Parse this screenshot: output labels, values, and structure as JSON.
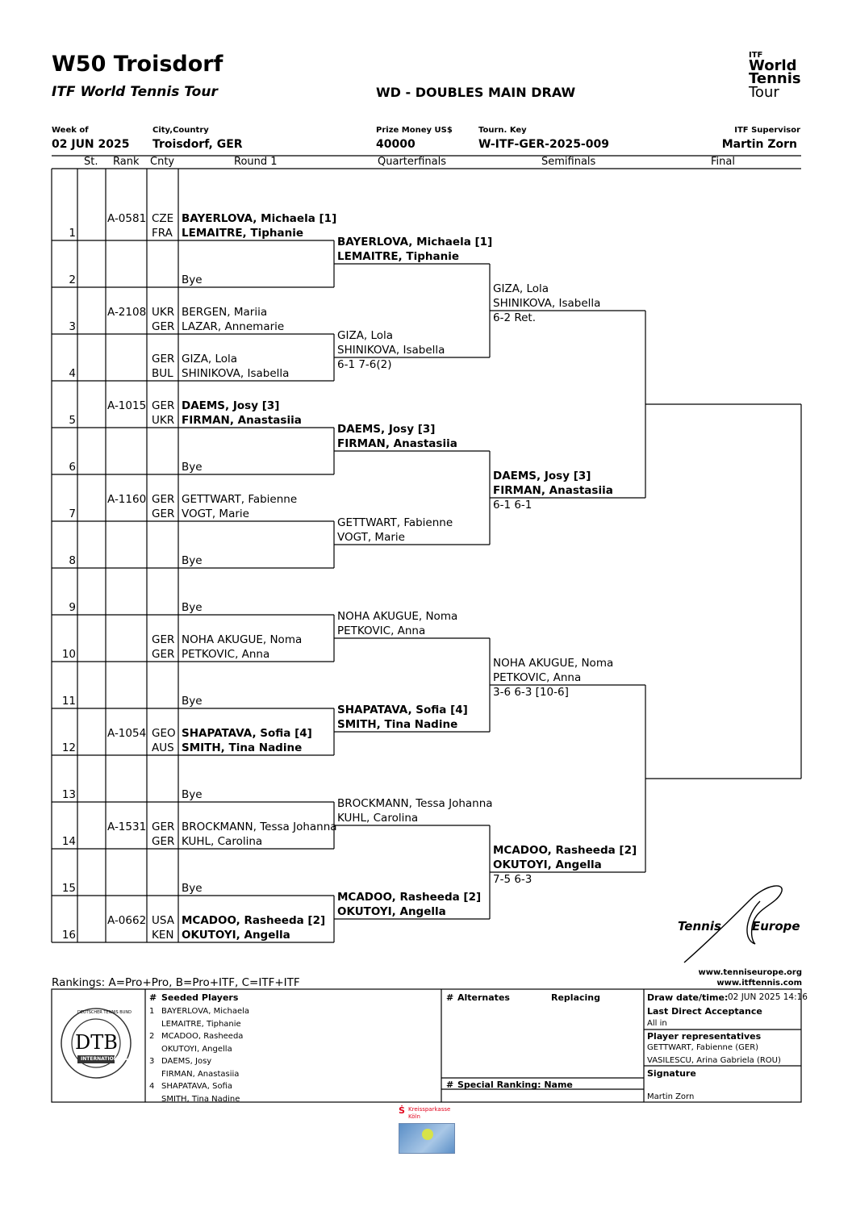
{
  "header": {
    "title": "W50 Troisdorf",
    "subtitle": "ITF World Tennis Tour",
    "draw_type": "WD - DOUBLES MAIN DRAW",
    "logo_lines": [
      "ITF",
      "World",
      "Tennis",
      "Tour"
    ]
  },
  "info": {
    "week_label": "Week of",
    "week_value": "02 JUN 2025",
    "city_label": "City,Country",
    "city_value": "Troisdorf, GER",
    "prize_label": "Prize Money US$",
    "prize_value": "40000",
    "key_label": "Tourn. Key",
    "key_value": "W-ITF-GER-2025-009",
    "supervisor_label": "ITF Supervisor",
    "supervisor_value": "Martin Zorn"
  },
  "columns": {
    "st": "St.",
    "rank": "Rank",
    "cnty": "Cnty",
    "r1": "Round 1",
    "qf": "Quarterfinals",
    "sf": "Semifinals",
    "final": "Final"
  },
  "round1": [
    {
      "n": "1",
      "rank": "A-0581",
      "c1": "CZE",
      "c2": "FRA",
      "p1": "BAYERLOVA, Michaela [1]",
      "p2": "LEMAITRE, Tiphanie",
      "bold": true
    },
    {
      "n": "2",
      "rank": "",
      "c1": "",
      "c2": "",
      "p1": "",
      "p2": "Bye",
      "bold": false
    },
    {
      "n": "3",
      "rank": "A-2108",
      "c1": "UKR",
      "c2": "GER",
      "p1": "BERGEN, Mariia",
      "p2": "LAZAR, Annemarie",
      "bold": false
    },
    {
      "n": "4",
      "rank": "",
      "c1": "GER",
      "c2": "BUL",
      "p1": "GIZA, Lola",
      "p2": "SHINIKOVA, Isabella",
      "bold": false
    },
    {
      "n": "5",
      "rank": "A-1015",
      "c1": "GER",
      "c2": "UKR",
      "p1": "DAEMS, Josy [3]",
      "p2": "FIRMAN, Anastasiia",
      "bold": true
    },
    {
      "n": "6",
      "rank": "",
      "c1": "",
      "c2": "",
      "p1": "",
      "p2": "Bye",
      "bold": false
    },
    {
      "n": "7",
      "rank": "A-1160",
      "c1": "GER",
      "c2": "GER",
      "p1": "GETTWART, Fabienne",
      "p2": "VOGT, Marie",
      "bold": false
    },
    {
      "n": "8",
      "rank": "",
      "c1": "",
      "c2": "",
      "p1": "",
      "p2": "Bye",
      "bold": false
    },
    {
      "n": "9",
      "rank": "",
      "c1": "",
      "c2": "",
      "p1": "",
      "p2": "Bye",
      "bold": false
    },
    {
      "n": "10",
      "rank": "",
      "c1": "GER",
      "c2": "GER",
      "p1": "NOHA AKUGUE, Noma",
      "p2": "PETKOVIC, Anna",
      "bold": false
    },
    {
      "n": "11",
      "rank": "",
      "c1": "",
      "c2": "",
      "p1": "",
      "p2": "Bye",
      "bold": false
    },
    {
      "n": "12",
      "rank": "A-1054",
      "c1": "GEO",
      "c2": "AUS",
      "p1": "SHAPATAVA, Sofia [4]",
      "p2": "SMITH, Tina Nadine",
      "bold": true
    },
    {
      "n": "13",
      "rank": "",
      "c1": "",
      "c2": "",
      "p1": "",
      "p2": "Bye",
      "bold": false
    },
    {
      "n": "14",
      "rank": "A-1531",
      "c1": "GER",
      "c2": "GER",
      "p1": "BROCKMANN, Tessa Johanna",
      "p2": "KUHL, Carolina",
      "bold": false
    },
    {
      "n": "15",
      "rank": "",
      "c1": "",
      "c2": "",
      "p1": "",
      "p2": "Bye",
      "bold": false
    },
    {
      "n": "16",
      "rank": "A-0662",
      "c1": "USA",
      "c2": "KEN",
      "p1": "MCADOO, Rasheeda [2]",
      "p2": "OKUTOYI, Angella",
      "bold": true
    }
  ],
  "quarterfinals": [
    {
      "p1": "BAYERLOVA, Michaela [1]",
      "p2": "LEMAITRE, Tiphanie",
      "score": "",
      "bold": true
    },
    {
      "p1": "GIZA, Lola",
      "p2": "SHINIKOVA, Isabella",
      "score": "6-1 7-6(2)",
      "bold": false
    },
    {
      "p1": "DAEMS, Josy [3]",
      "p2": "FIRMAN, Anastasiia",
      "score": "",
      "bold": true
    },
    {
      "p1": "GETTWART, Fabienne",
      "p2": "VOGT, Marie",
      "score": "",
      "bold": false
    },
    {
      "p1": "NOHA AKUGUE, Noma",
      "p2": "PETKOVIC, Anna",
      "score": "",
      "bold": false
    },
    {
      "p1": "SHAPATAVA, Sofia [4]",
      "p2": "SMITH, Tina Nadine",
      "score": "",
      "bold": true
    },
    {
      "p1": "BROCKMANN, Tessa Johanna",
      "p2": "KUHL, Carolina",
      "score": "",
      "bold": false
    },
    {
      "p1": "MCADOO, Rasheeda [2]",
      "p2": "OKUTOYI, Angella",
      "score": "",
      "bold": true
    }
  ],
  "semifinals": [
    {
      "p1": "GIZA, Lola",
      "p2": "SHINIKOVA, Isabella",
      "score": "6-2 Ret.",
      "bold": false
    },
    {
      "p1": "DAEMS, Josy [3]",
      "p2": "FIRMAN, Anastasiia",
      "score": "6-1 6-1",
      "bold": true
    },
    {
      "p1": "NOHA AKUGUE, Noma",
      "p2": "PETKOVIC, Anna",
      "score": "3-6 6-3 [10-6]",
      "bold": false
    },
    {
      "p1": "MCADOO, Rasheeda [2]",
      "p2": "OKUTOYI, Angella",
      "score": "7-5 6-3",
      "bold": true
    }
  ],
  "sponsor": {
    "tennis_europe": "Tennis",
    "tennis_europe_2": "Europe",
    "url1": "www.tenniseurope.org",
    "url2": "www.itftennis.com",
    "kreissparkasse": "Kreissparkasse",
    "koeln": "Köln"
  },
  "footer": {
    "rankings_legend": "Rankings: A=Pro+Pro, B=Pro+ITF, C=ITF+ITF",
    "seeded_header": "Seeded Players",
    "hash": "#",
    "seeded": [
      {
        "n": "1",
        "p1": "BAYERLOVA, Michaela",
        "p2": "LEMAITRE, Tiphanie"
      },
      {
        "n": "2",
        "p1": "MCADOO, Rasheeda",
        "p2": "OKUTOYI, Angella"
      },
      {
        "n": "3",
        "p1": "DAEMS, Josy",
        "p2": "FIRMAN, Anastasiia"
      },
      {
        "n": "4",
        "p1": "SHAPATAVA, Sofia",
        "p2": "SMITH, Tina Nadine"
      }
    ],
    "alternates_header": "Alternates",
    "replacing_header": "Replacing",
    "special_ranking_header": "Special Ranking: Name",
    "draw_date_label": "Draw date/time:",
    "draw_date_value": "02 JUN 2025 14:16",
    "lda_label": "Last Direct Acceptance",
    "lda_value": "All in",
    "reps_label": "Player representatives",
    "rep1": "GETTWART, Fabienne (GER)",
    "rep2": "VASILESCU, Arina Gabriela (ROU)",
    "signature_label": "Signature",
    "signature_value": "Martin Zorn",
    "dtb_logo_text": "DTB",
    "dtb_ring_top": "DEUTSCHER TENNIS BUND",
    "dtb_ring_bottom": "INTERNATIONALS"
  }
}
